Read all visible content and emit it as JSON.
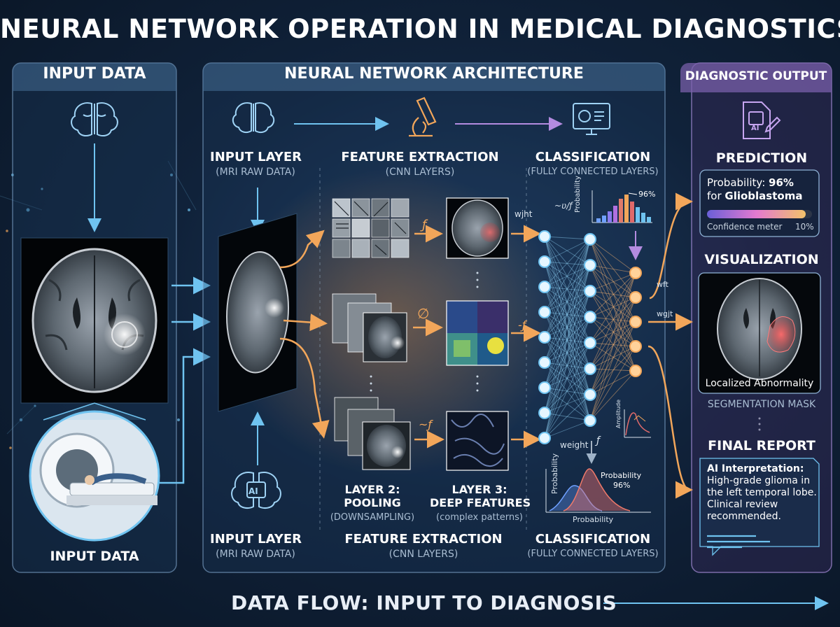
{
  "title": "NEURAL NETWORK OPERATION IN MEDICAL DIAGNOSTICS",
  "input_panel": {
    "header": "INPUT DATA",
    "footer": "INPUT DATA"
  },
  "nn_panel": {
    "header": "NEURAL NETWORK ARCHITECTURE",
    "top_labels": {
      "input_layer": "INPUT LAYER",
      "input_layer_sub": "(MRI RAW DATA)",
      "feature_extraction": "FEATURE EXTRACTION",
      "feature_extraction_sub": "(CNN LAYERS)",
      "classification": "CLASSIFICATION",
      "classification_sub": "(FULLY CONNECTED LAYERS)"
    },
    "bottom_labels": {
      "input_layer": "INPUT LAYER",
      "input_layer_sub": "(MRI RAW DATA)",
      "feature_extraction": "FEATURE EXTRACTION",
      "feature_extraction_sub": "(CNN LAYERS)",
      "classification": "CLASSIFICATION",
      "classification_sub": "(FULLY CONNECTED LAYERS)"
    },
    "layer2": {
      "line1": "LAYER 2:",
      "line2": "POOLING",
      "sub": "(DOWNSAMPLING)"
    },
    "layer3": {
      "line1": "LAYER 3:",
      "line2": "DEEP FEATURES",
      "sub": "(complex patterns)"
    },
    "annotations": {
      "wjht": "wjht",
      "wft": "wft",
      "wgjt": "wgjt",
      "weight": "weight",
      "f1": "ƒ",
      "f2": "-ƒ",
      "f3": "~ƒ",
      "f4": "ƒ",
      "empty_set": "∅",
      "hist_percent": "96%",
      "hist_axis": "Probability",
      "dist_ylabel": "Probability",
      "dist_xlabel": "Probability",
      "dist_peak_label": "Probability",
      "dist_peak_value": "96%",
      "small_plot_label": "Amplitude",
      "ai_icon_text": "AI"
    }
  },
  "output_panel": {
    "header": "DIAGNOSTIC OUTPUT",
    "ai_icon_text": "AI",
    "prediction": {
      "title": "PREDICTION",
      "prob_text": "Probability: ",
      "prob_value": "96%",
      "for_text": "for ",
      "diagnosis": "Glioblastoma",
      "meter_label": "Confidence meter",
      "meter_value_label": "10%",
      "meter_fill": 0.94
    },
    "visualization": {
      "title": "VISUALIZATION",
      "caption": "Localized Abnormality",
      "sub": "SEGMENTATION MASK"
    },
    "report": {
      "title": "FINAL REPORT",
      "heading": "AI Interpretation:",
      "body_lines": [
        "High-grade glioma in",
        "the left temporal lobe.",
        "Clinical review",
        "recommended."
      ]
    }
  },
  "footer": "DATA FLOW: INPUT TO DIAGNOSIS",
  "colors": {
    "accent_blue": "#6fc3f0",
    "accent_orange": "#f2a65a",
    "accent_purple": "#b48be0",
    "lesion_red": "#e0505a"
  }
}
